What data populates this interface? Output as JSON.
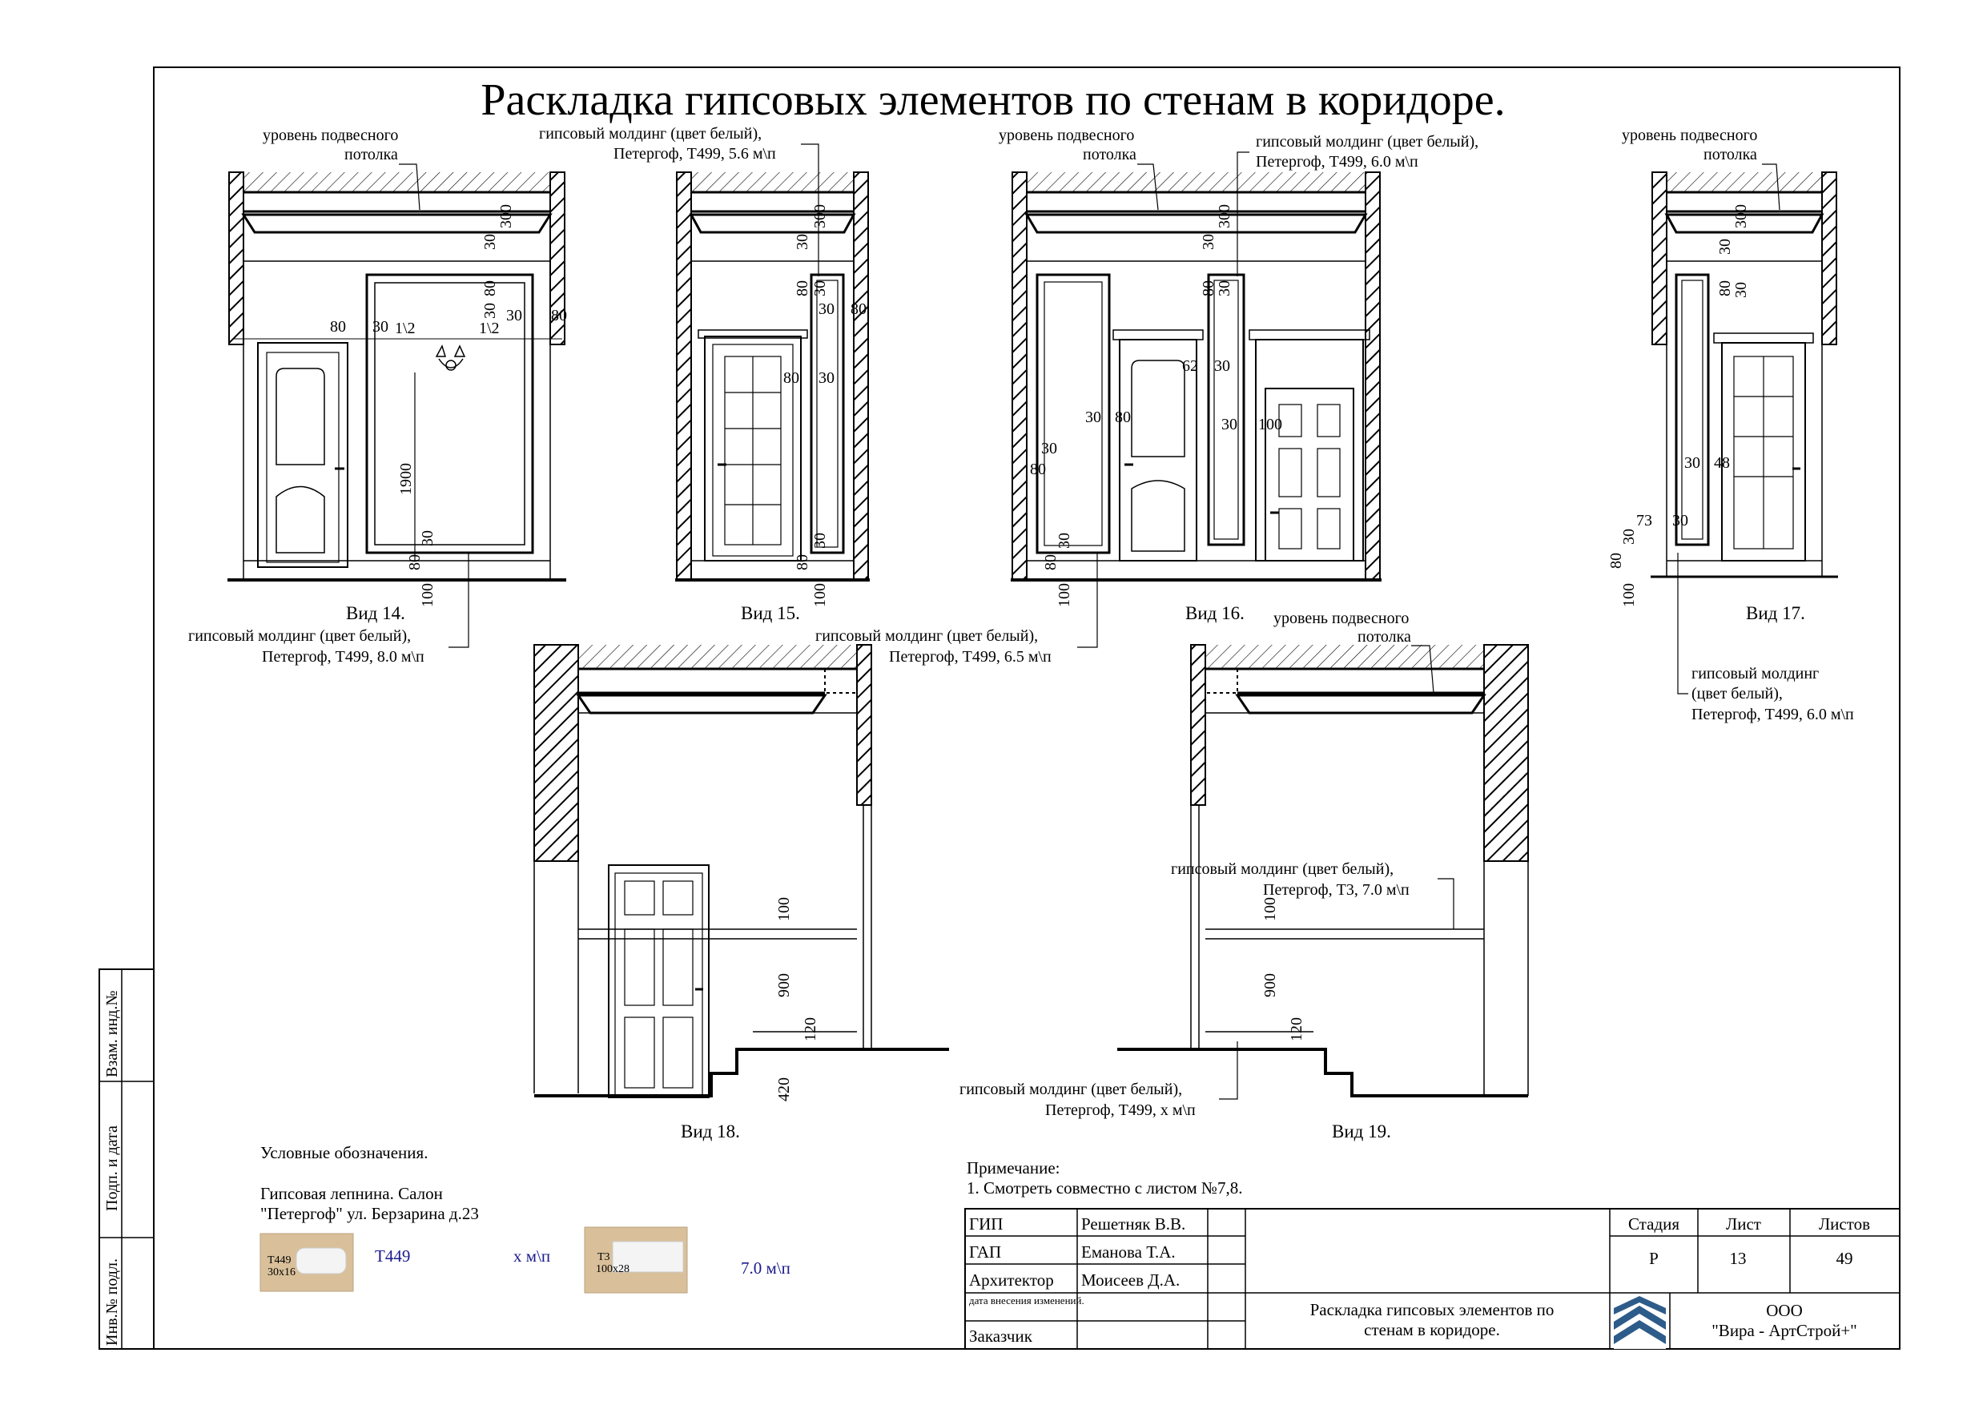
{
  "title": "Раскладка гипсовых элементов по стенам в коридоре.",
  "common_labels": {
    "ceiling": [
      "уровень подвесного",
      "потолка"
    ]
  },
  "views": {
    "v14": {
      "label": "Вид 14.",
      "callout": [
        "гипсовый молдинг  (цвет белый),",
        "Петергоф, Т499, 8.0 м\\п"
      ],
      "dims": [
        "30",
        "300",
        "80",
        "30",
        "80",
        "30",
        "1\\2",
        "1\\2",
        "30",
        "80",
        "1900",
        "30",
        "80",
        "100"
      ]
    },
    "v15": {
      "label": "Вид 15.",
      "callout": [
        "гипсовый молдинг  (цвет белый),",
        "Петергоф, Т499, 5.6 м\\п"
      ],
      "dims": [
        "30",
        "300",
        "80",
        "30",
        "30",
        "80",
        "80",
        "30",
        "30",
        "80",
        "100"
      ]
    },
    "v16": {
      "label": "Вид 16.",
      "callout": [
        "гипсовый молдинг  (цвет белый),",
        "Петергоф, Т499, 6.0 м\\п"
      ],
      "callout2": [
        "гипсовый молдинг  (цвет белый),",
        "Петергоф, Т499, 6.5 м\\п"
      ],
      "dims": [
        "30",
        "300",
        "80",
        "30",
        "62",
        "30",
        "30",
        "80",
        "30",
        "100",
        "30",
        "80",
        "30",
        "80",
        "100"
      ]
    },
    "v17": {
      "label": "Вид 17.",
      "callout": [
        "гипсовый молдинг",
        "(цвет белый),",
        "Петергоф, Т499, 6.0 м\\п"
      ],
      "dims": [
        "30",
        "300",
        "80",
        "30",
        "30",
        "48",
        "73",
        "30",
        "30",
        "80",
        "100"
      ]
    },
    "v18": {
      "label": "Вид 18.",
      "dims": [
        "100",
        "900",
        "120",
        "420"
      ]
    },
    "v19": {
      "label": "Вид 19.",
      "callout": [
        "гипсовый молдинг  (цвет белый),",
        "Петергоф, Т3, 7.0 м\\п"
      ],
      "callout2": [
        "гипсовый молдинг  (цвет белый),",
        "Петергоф, Т499, х м\\п"
      ],
      "dims": [
        "100",
        "900",
        "120"
      ]
    }
  },
  "legend": {
    "heading": "Условные обозначения.",
    "source": [
      "Гипсовая лепнина. Салон",
      "\"Петергоф\" ул. Берзарина д.23"
    ],
    "items": [
      {
        "swatch_text": [
          "Т449",
          "30x16"
        ],
        "code": "Т449",
        "qty": "х м\\п"
      },
      {
        "swatch_text": [
          "Т3",
          "100x28"
        ],
        "code": "",
        "qty": "7.0 м\\п"
      }
    ]
  },
  "note": {
    "heading": "Примечание:",
    "lines": [
      "1. Смотреть совместно с листом №7,8."
    ]
  },
  "left_strip": [
    "Взам. инд.№",
    "Подп. и дата",
    "Инв.№ подл."
  ],
  "title_block": {
    "roles": [
      {
        "role": "ГИП",
        "name": "Решетняк В.В."
      },
      {
        "role": "ГАП",
        "name": "Еманова Т.А."
      },
      {
        "role": "Архитектор",
        "name": "Моисеев Д.А."
      },
      {
        "role": "дата  внесения изменений.",
        "name": ""
      },
      {
        "role": "Заказчик",
        "name": ""
      }
    ],
    "headers": [
      "Стадия",
      "Лист",
      "Листов"
    ],
    "values": [
      "Р",
      "13",
      "49"
    ],
    "sheet_title": [
      "Раскладка гипсовых элементов по",
      "стенам в коридоре."
    ],
    "company": [
      "ООО",
      "\"Вира - АртСтрой+\""
    ]
  },
  "colors": {
    "ink": "#000000",
    "swatch": "#d9c09a",
    "blue_text": "#1a1a8c",
    "logo": "#2e5c8a"
  }
}
